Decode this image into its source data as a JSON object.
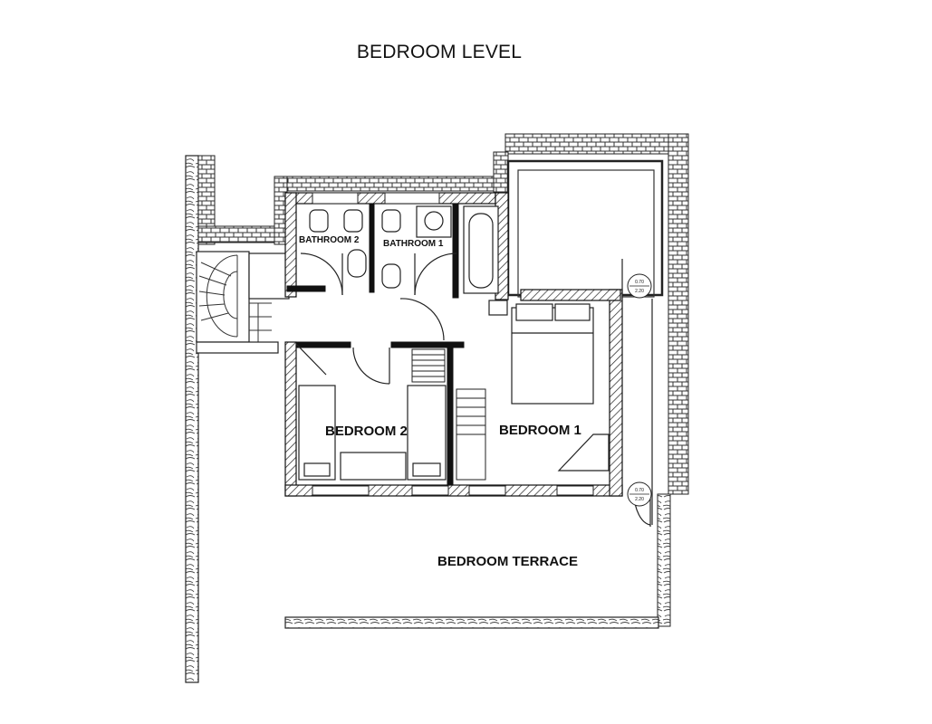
{
  "title": "BEDROOM LEVEL",
  "rooms": {
    "bathroom_2": "BATHROOM 2",
    "bathroom_1": "BATHROOM 1",
    "bedroom_2": "BEDROOM 2",
    "bedroom_1": "BEDROOM 1",
    "terrace": "BEDROOM TERRACE"
  },
  "window_tags": [
    {
      "top": "0.70",
      "bottom": "2.20"
    },
    {
      "top": "0.70",
      "bottom": "2.20"
    }
  ]
}
